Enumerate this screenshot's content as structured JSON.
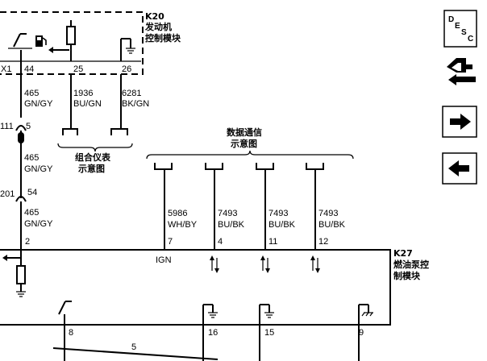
{
  "k20": {
    "id": "K20",
    "name_line1": "发动机",
    "name_line2": "控制模块",
    "connector": "X1",
    "pins": [
      "44",
      "25",
      "26"
    ]
  },
  "wires": {
    "w465a": {
      "num": "465",
      "color": "GN/GY"
    },
    "w1936": {
      "num": "1936",
      "color": "BU/GN"
    },
    "w6281": {
      "num": "6281",
      "color": "BK/GN"
    },
    "w465b": {
      "num": "465",
      "color": "GN/GY"
    },
    "w465c": {
      "num": "465",
      "color": "GN/GY"
    },
    "w5986": {
      "num": "5986",
      "color": "WH/BY"
    },
    "w7493a": {
      "num": "7493",
      "color": "BU/BK"
    },
    "w7493b": {
      "num": "7493",
      "color": "BU/BK"
    },
    "w7493c": {
      "num": "7493",
      "color": "BU/BK"
    },
    "w5": {
      "num": "5"
    }
  },
  "inline_connectors": {
    "c111": {
      "id": "111",
      "pin": "5"
    },
    "c201": {
      "id": "201",
      "pin": "54"
    }
  },
  "cluster": {
    "line1": "组合仪表",
    "line2": "示意图"
  },
  "datacomm": {
    "line1": "数据通信",
    "line2": "示意图"
  },
  "k27": {
    "id": "K27",
    "name_line1": "燃油泵控",
    "name_line2": "制模块",
    "pins_top": [
      "2",
      "7",
      "4",
      "11",
      "12"
    ],
    "pins_bottom": [
      "8",
      "16",
      "15",
      "9"
    ],
    "ign_label": "IGN"
  },
  "nav": {
    "desc": {
      "d": "D",
      "e": "E",
      "s": "S",
      "c": "C"
    },
    "icons": [
      "desc-icon",
      "connector-view-icon",
      "next-arrow-icon",
      "back-arrow-icon"
    ]
  }
}
